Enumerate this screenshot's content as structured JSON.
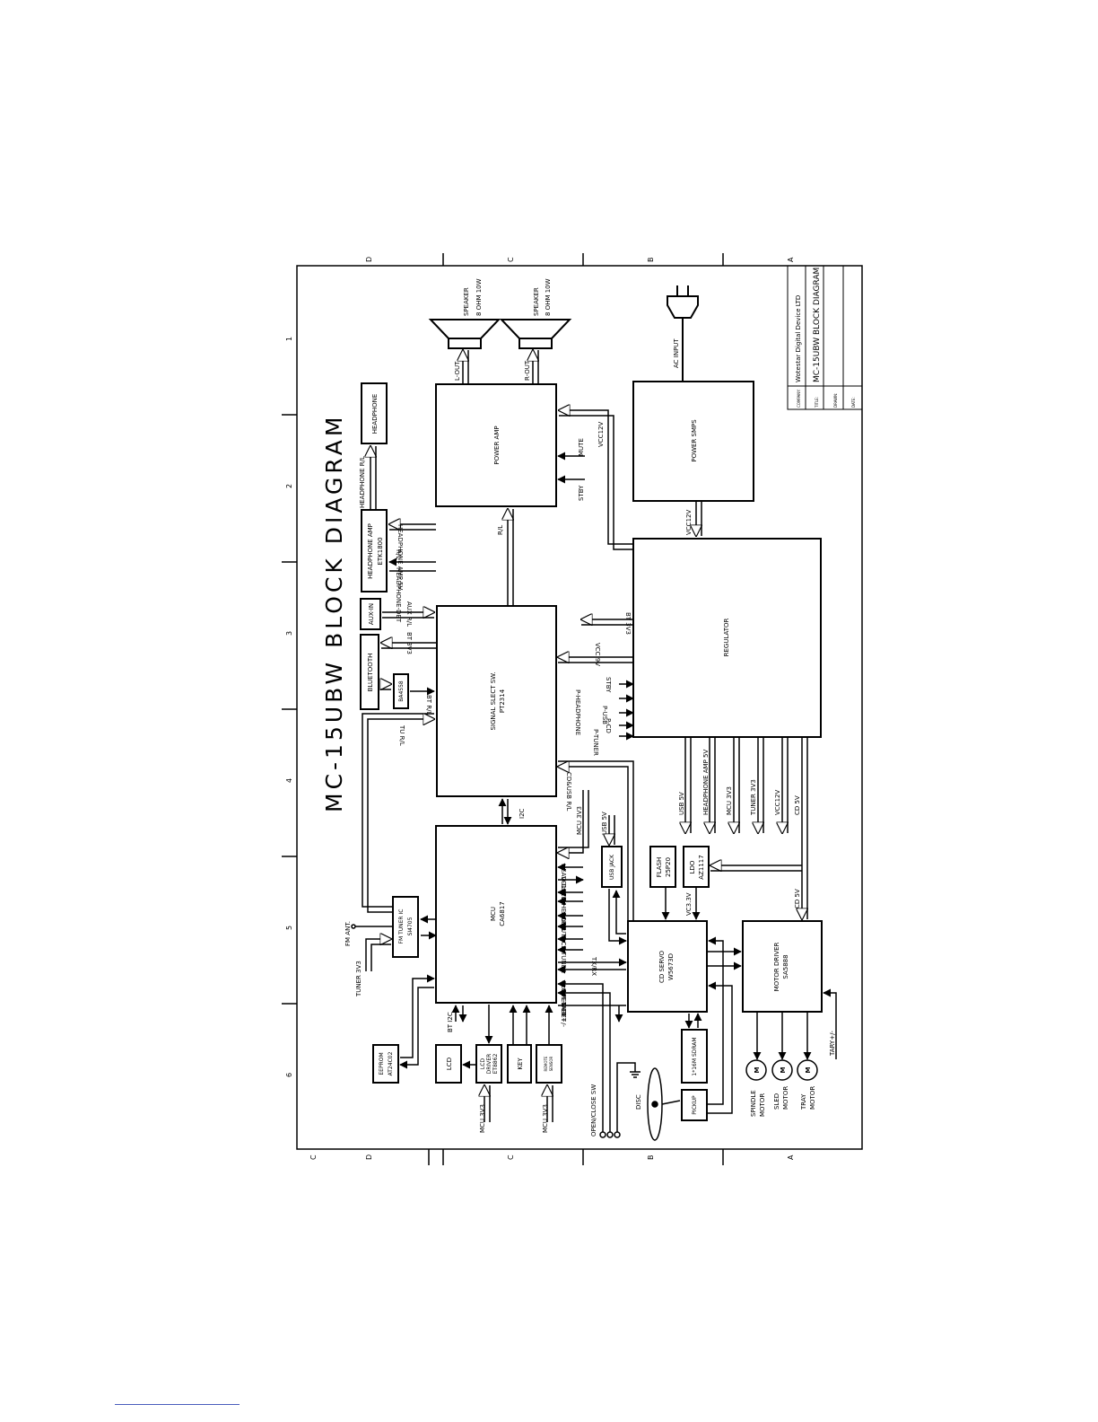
{
  "title": "MC-15UBW BLOCK DIAGRAM",
  "title_block": {
    "company_label": "COMPANY:",
    "company": "Wotestar Digital Device LTD",
    "title_label": "TITLE:",
    "title": "MC-15UBW BLOCK DIAGRAM",
    "drawn_label": "DRAWN:",
    "date_label": "DATE:"
  },
  "zone_labels_columns": [
    "1",
    "2",
    "3",
    "4",
    "5",
    "6"
  ],
  "zone_labels_rows_top": [
    "D",
    "C",
    "B",
    "A"
  ],
  "zone_labels_rows_bottom": [
    "C",
    "D",
    "C",
    "B",
    "A"
  ],
  "blocks": {
    "headphone": "HEADPHONE",
    "headphone_amp": "HEADPHONE AMP",
    "headphone_amp_part": "ETK1800",
    "aux_in": "AUX-IN",
    "bluetooth": "BLUETOOTH",
    "ba4558": "BA4558",
    "fm_tuner": "FM TUNER IC",
    "fm_tuner_part": "SI4705",
    "power_amp": "POWER AMP",
    "signal_select": "SIGNAL SLECT SW.",
    "signal_select_part": "PT2314",
    "mcu": "MCU",
    "mcu_part": "CA6817",
    "power_smps": "POWER SMPS",
    "regulator": "REGULATOR",
    "usb_jack": "USB JACK",
    "flash": "FLASH",
    "flash_part": "25P20",
    "ldo": "LDO",
    "ldo_part": "AZ1117",
    "cd_servo": "CD SERVO",
    "cd_servo_part": "W5673D",
    "motor_driver": "MOTOR DRIVER",
    "motor_driver_part": "SA5888",
    "sdram": "1*16M SDRAM",
    "pickup": "PICKUP",
    "eeprom": "EEPROM",
    "eeprom_part": "AT24C02",
    "lcd": "LCD",
    "lcd_driver": "LCD",
    "lcd_driver_2": "DRIVER",
    "lcd_driver_part": "ET8862",
    "key": "KEY",
    "remote_sensor": "REMOTE",
    "remote_sensor_2": "SENSOR"
  },
  "signals": {
    "headphone_rl": "HEADPHONE R/L",
    "headphone_amp_5v": "HEADPHONE AMP 5V",
    "rl": "R/L",
    "headphone_det": "HEADPHONE-DET",
    "aux_rl": "AUX R/L",
    "bt_3v3": "BT 3V3",
    "bt_rl": "BT R/L",
    "tu_rl": "TU R/L",
    "fm_ant": "FM ANT.",
    "tuner_3v3": "TUNER 3V3",
    "l_out": "L-OUT",
    "r_out": "R-OUT",
    "speaker": "SPEAKER",
    "speaker_spec": "8 OHM 10W",
    "ac_input": "AC INPUT",
    "vcc12v": "VCC12V",
    "mute": "MUTE",
    "stby": "STBY",
    "bt_3v3_reg": "BT 3V3",
    "vcc_9v": "VCC 9V",
    "p_headphone": "P-HEADPHONE",
    "p_usb": "P-USB",
    "p_cd": "P-CD",
    "p_tuner": "P-TUNER",
    "cd_usb_rl": "CD&USB R/L",
    "usb_5v": "USB 5V",
    "headphone_amp_5v_reg": "HEADPHONE AMP 5V",
    "mcu_3v3": "MCU 3V3",
    "tuner_3v3_reg": "TUNER 3V3",
    "vcc12v_reg": "VCC12V",
    "cd_5v": "CD 5V",
    "i2c": "I2C",
    "head_det": "HEAD-DET",
    "vol_i2c": "VOL I2C",
    "p_headph": "P-HEADPH",
    "tx_rx": "TX/RX",
    "close_det": "CLOSE-DET",
    "open_det": "OPEN-DET",
    "tary": "TARY+/-",
    "vc33v": "VC3.3V",
    "bt_i2c": "BT I2C",
    "open_close_sw": "OPEN/CLOSE SW",
    "disc": "DISC",
    "spindle_motor": "SPINDLE",
    "sled_motor": "SLED",
    "tray_motor": "TRAY",
    "motor": "MOTOR",
    "m": "M"
  }
}
